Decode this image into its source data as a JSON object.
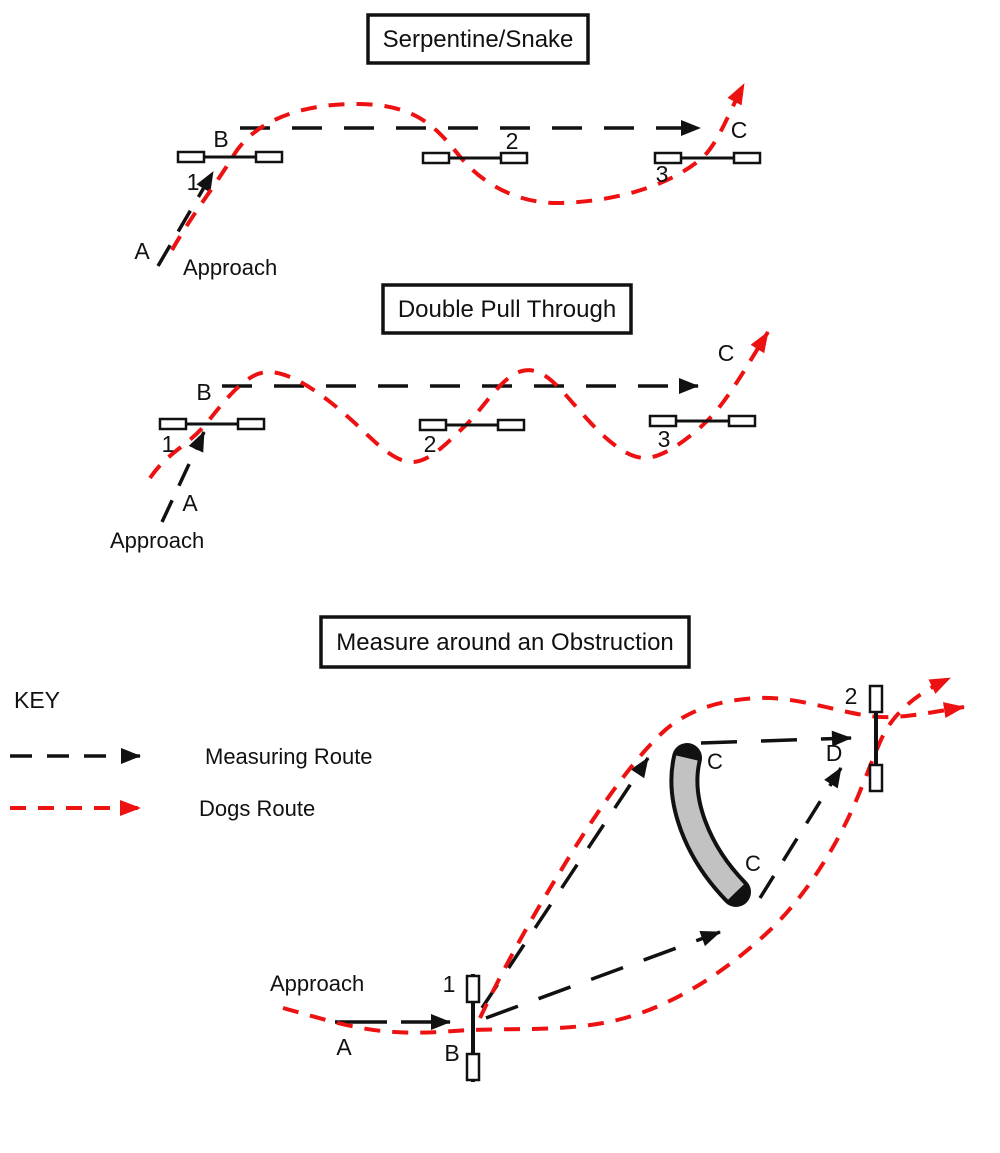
{
  "palette": {
    "ink": "#111111",
    "dogs_route_red": "#ee1111",
    "tunnel_gray": "#c2c2c2",
    "background": "#ffffff"
  },
  "sections": {
    "serpentine": {
      "title": "Serpentine/Snake",
      "labels": {
        "start": "A",
        "b": "B",
        "end": "C",
        "jump1": "1",
        "jump2": "2",
        "jump3": "3",
        "approach": "Approach"
      }
    },
    "double_pull": {
      "title": "Double Pull Through",
      "labels": {
        "start": "A",
        "b": "B",
        "end": "C",
        "jump1": "1",
        "jump2": "2",
        "jump3": "3",
        "approach": "Approach"
      }
    },
    "obstruction": {
      "title": "Measure around an Obstruction",
      "labels": {
        "start": "A",
        "b": "B",
        "tunnel_top": "C",
        "tunnel_bottom": "C",
        "d": "D",
        "jump1": "1",
        "jump2": "2",
        "approach": "Approach"
      }
    }
  },
  "key": {
    "heading": "KEY",
    "entries": [
      {
        "label": "Measuring Route",
        "color": "#111111"
      },
      {
        "label": "Dogs Route",
        "color": "#ee1111"
      }
    ]
  }
}
